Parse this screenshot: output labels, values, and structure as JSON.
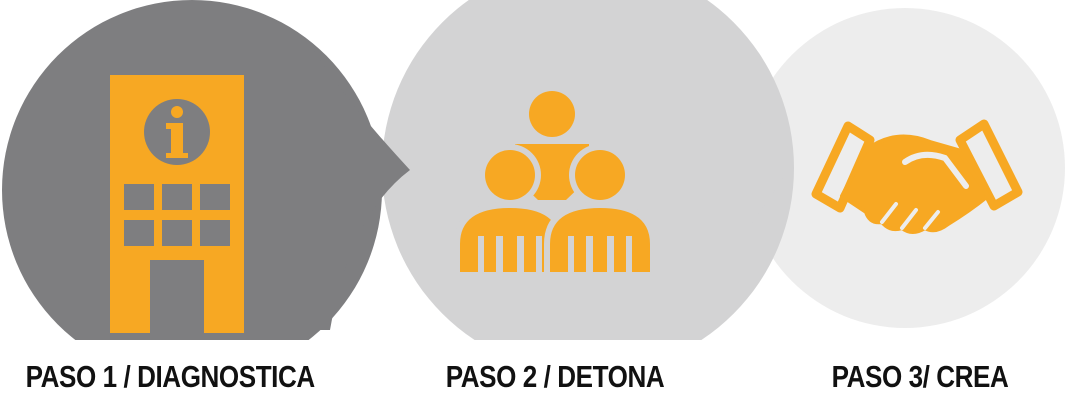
{
  "steps": [
    {
      "label": "PASO 1 / DIAGNOSTICA",
      "icon": "info-board-icon"
    },
    {
      "label": "PASO 2 / DETONA",
      "icon": "people-group-icon"
    },
    {
      "label": "PASO 3/ CREA",
      "icon": "handshake-icon"
    }
  ],
  "colors": {
    "accent": "#F7A823",
    "circle_1": "#7E7E80",
    "circle_2": "#D3D3D4",
    "circle_3": "#EDEDED",
    "label_text": "#111111"
  }
}
